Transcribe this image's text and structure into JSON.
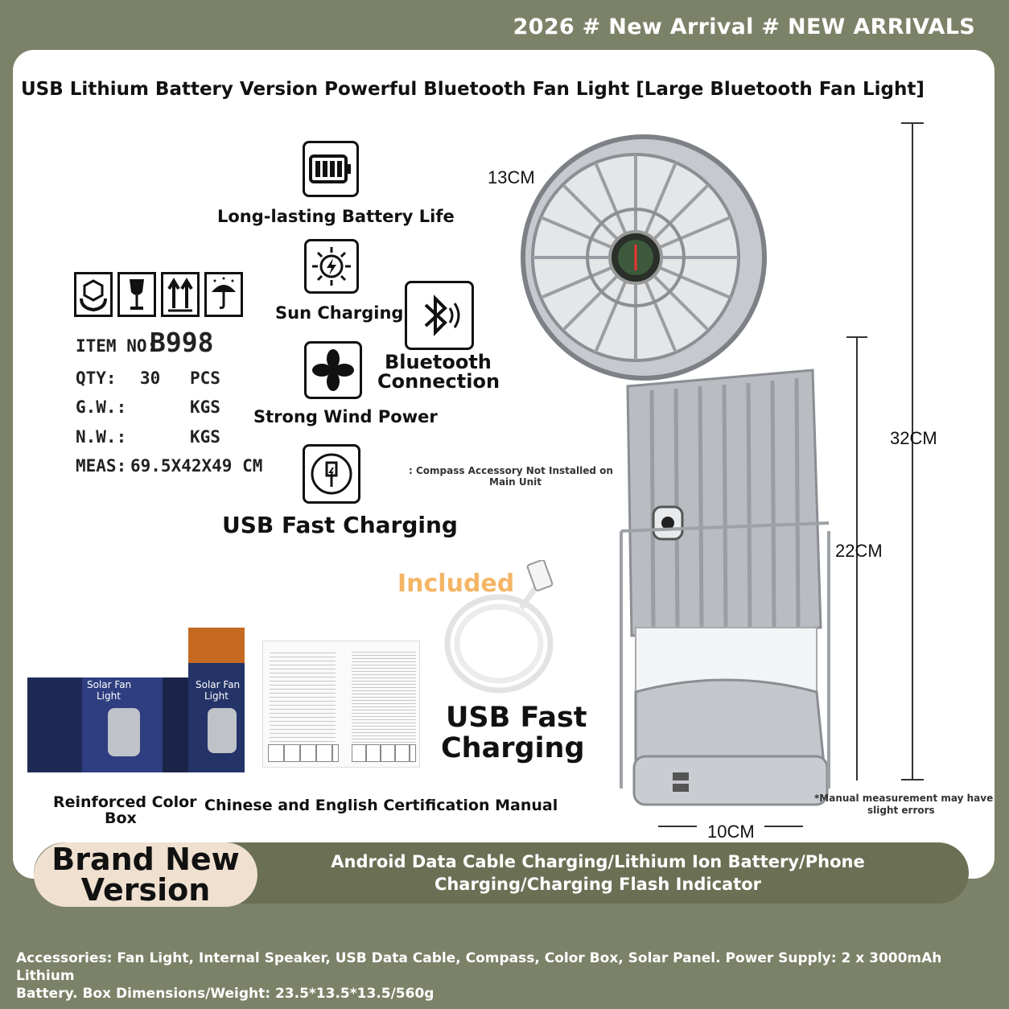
{
  "banner": "2026 # New Arrival # NEW ARRIVALS",
  "headline": "USB Lithium Battery Version Powerful Bluetooth Fan Light [Large Bluetooth Fan Light]",
  "features": {
    "battery": "Long-lasting Battery Life",
    "sun": "Sun Charging",
    "bluetooth_line1": "Bluetooth",
    "bluetooth_line2": "Connection",
    "wind": "Strong Wind Power",
    "usb": "USB Fast Charging"
  },
  "specs": {
    "item_label": "ITEM NO:",
    "item_no": "B998",
    "qty_label": "QTY:",
    "qty_value": "30",
    "qty_unit": "PCS",
    "gw_label": "G.W.:",
    "gw_unit": "KGS",
    "nw_label": "N.W.:",
    "nw_unit": "KGS",
    "meas_label": "MEAS:",
    "meas_value": "69.5X42X49 CM"
  },
  "compass_note_line1": ":    Compass Accessory Not Installed on",
  "compass_note_line2": "Main Unit",
  "included": "Included",
  "cable_caption_line1": "USB Fast",
  "cable_caption_line2": "Charging",
  "box_art_line1": "Solar Fan",
  "box_art_line2": "Light",
  "captions": {
    "box_line1": "Reinforced Color",
    "box_line2": "Box",
    "manual": "Chinese and English Certification Manual"
  },
  "dimensions": {
    "fan": "13CM",
    "total": "32CM",
    "body": "22CM",
    "base": "10CM"
  },
  "measurement_note_line1": "*Manual measurement may have",
  "measurement_note_line2": "slight errors",
  "pill_line1": "Brand New",
  "pill_line2": "Version",
  "bar_line1": "Android Data Cable Charging/Lithium Ion Battery/Phone",
  "bar_line2": "Charging/Charging Flash Indicator",
  "footer_line1": "Accessories: Fan Light, Internal Speaker, USB Data Cable, Compass, Color Box, Solar Panel. Power Supply: 2 x 3000mAh Lithium",
  "footer_line2": "Battery. Box Dimensions/Weight: 23.5*13.5*13.5/560g",
  "colors": {
    "background": "#7b8268",
    "bar": "#6b7055",
    "pill": "#efe0d0",
    "silver": "#b9bdc2"
  }
}
